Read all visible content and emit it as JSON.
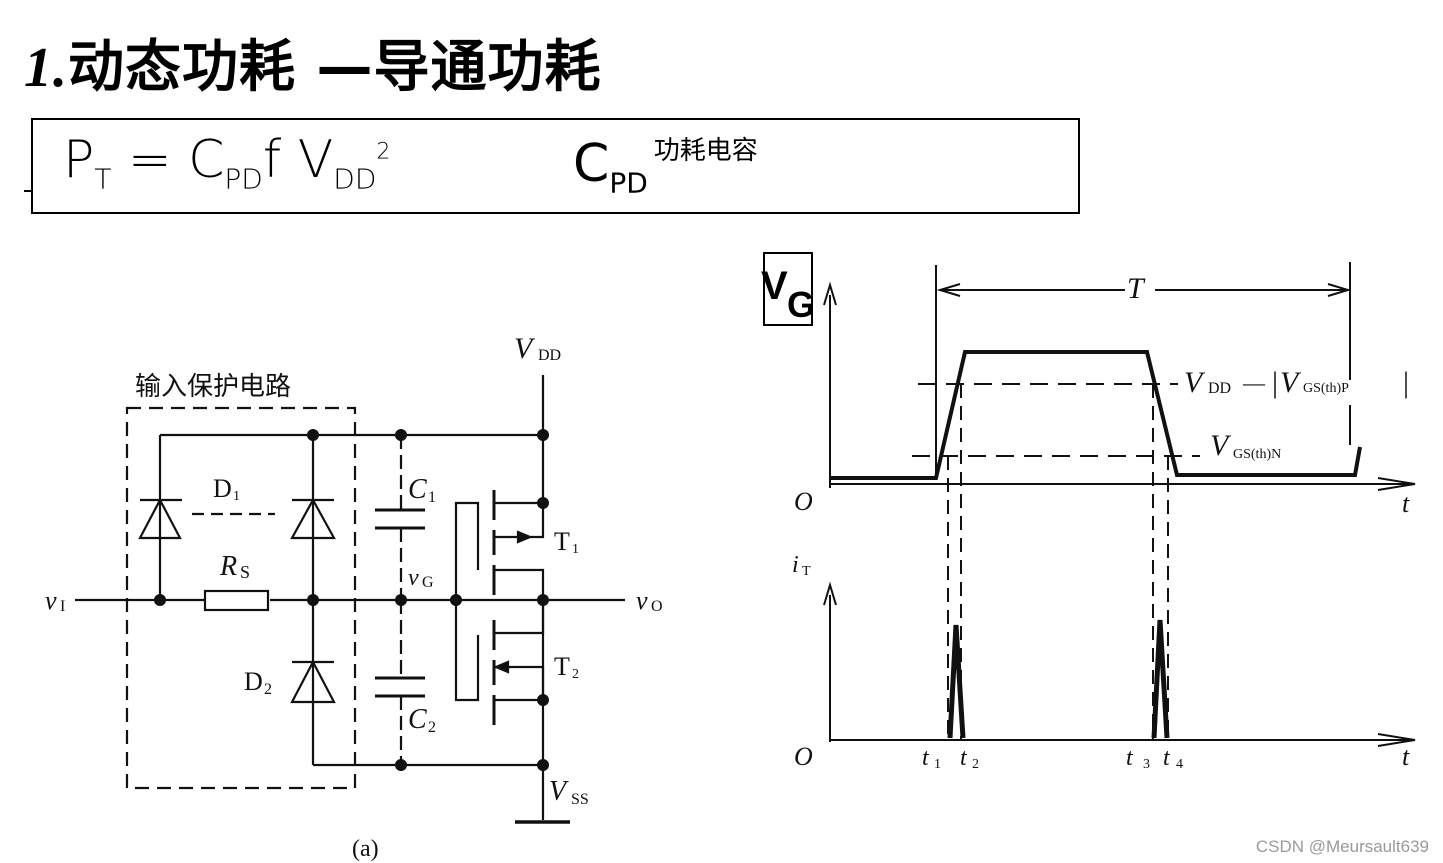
{
  "title": {
    "number": "1.",
    "text": "动态功耗 —导通功耗"
  },
  "formula": {
    "lhs": "P",
    "lhs_sub": "T",
    "equals": "=",
    "c": "C",
    "c_sub": "PD",
    "f": "f",
    "v": "V",
    "v_sub": "DD",
    "v_sup": "2",
    "note_c": "C",
    "note_c_sub": "PD",
    "note_text": "功耗电容"
  },
  "circuit": {
    "protection_label": "输入保护电路",
    "vdd": "V",
    "vdd_sub": "DD",
    "vss": "V",
    "vss_sub": "SS",
    "d1": "D",
    "d1_sub": "1",
    "d2": "D",
    "d2_sub": "2",
    "rs": "R",
    "rs_sub": "S",
    "c1": "C",
    "c1_sub": "1",
    "c2": "C",
    "c2_sub": "2",
    "vg": "v",
    "vg_sub": "G",
    "vi": "v",
    "vi_sub": "I",
    "vo": "v",
    "vo_sub": "O",
    "t1": "T",
    "t1_sub": "1",
    "t2": "T",
    "t2_sub": "2",
    "caption": "(a)"
  },
  "waveform": {
    "vg_box_v": "V",
    "vg_box_g": "G",
    "period": "T",
    "origin": "O",
    "t_axis": "t",
    "vdd_minus": "V",
    "vdd_minus_sub": "DD",
    "minus": "—",
    "vgs_p": "V",
    "vgs_p_sub": "GS(th)P",
    "vgs_n": "V",
    "vgs_n_sub": "GS(th)N",
    "it_label": "i",
    "it_sub": "T",
    "t1": "t",
    "t1_sub": "1",
    "t2": "t",
    "t2_sub": "2",
    "t3": "t",
    "t3_sub": "3",
    "t4": "t",
    "t4_sub": "4"
  },
  "watermark": "CSDN @Meursault639"
}
